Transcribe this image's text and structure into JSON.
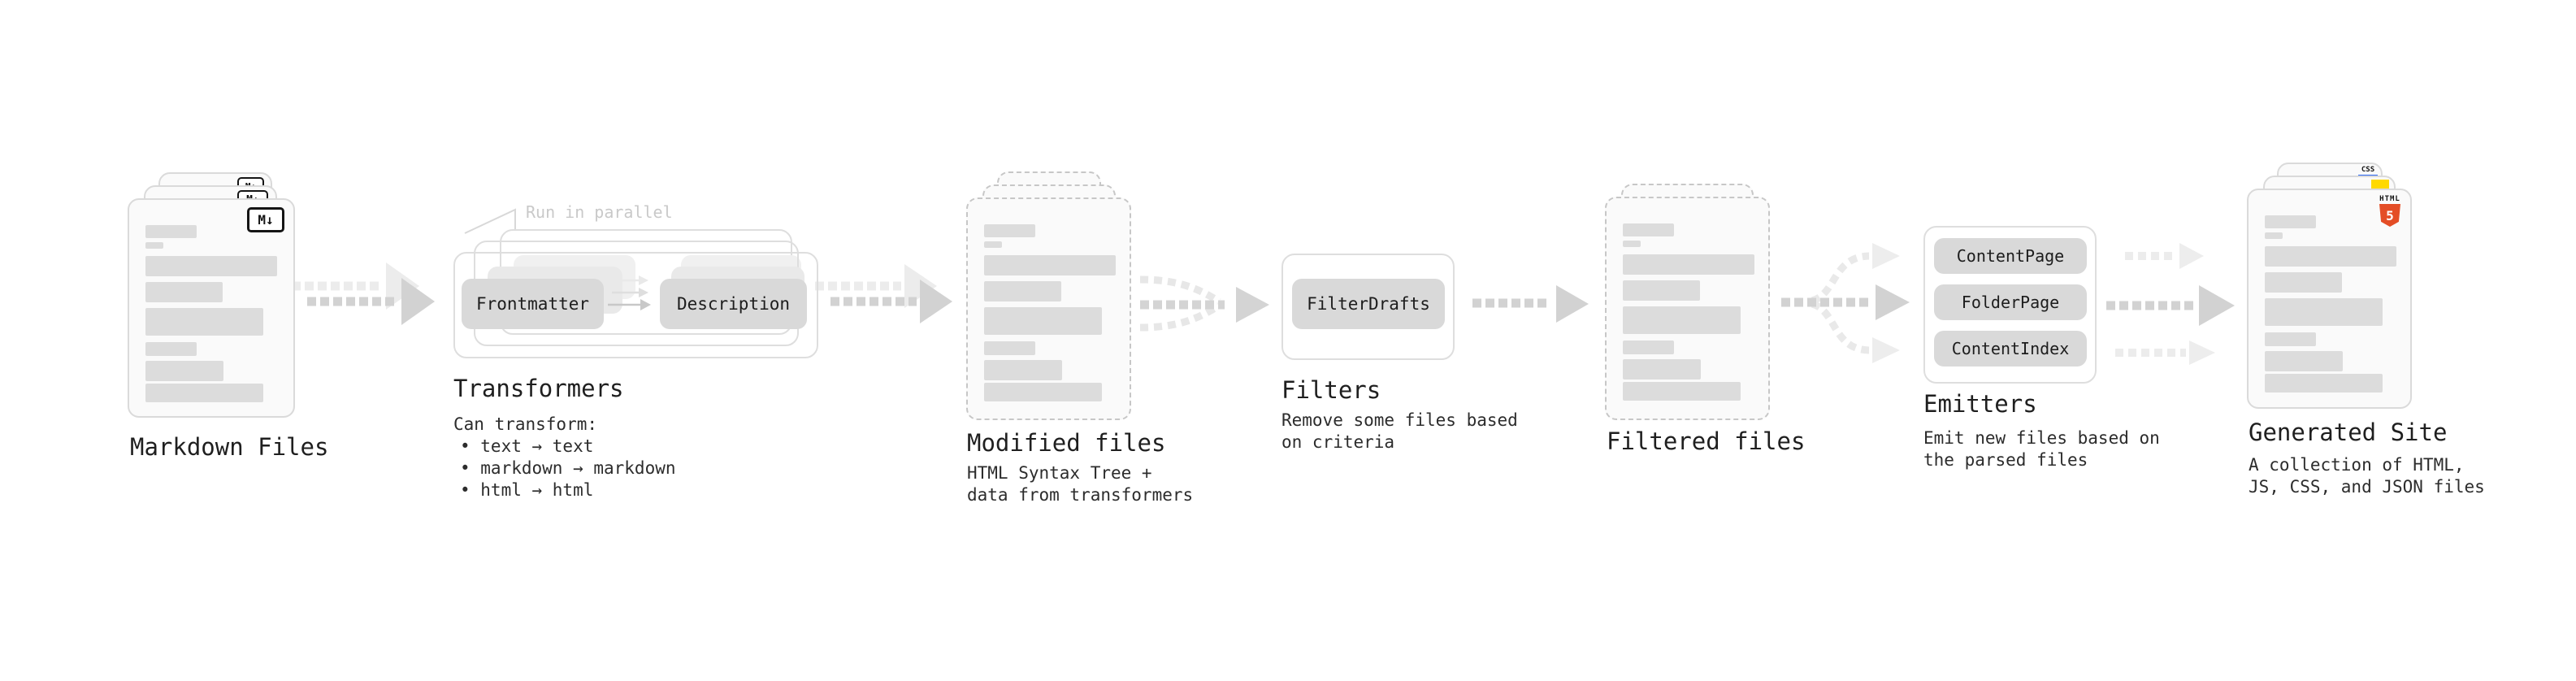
{
  "diagram": {
    "stage_markdown": {
      "title": "Markdown Files",
      "icon_label": "M↓"
    },
    "stage_transformers": {
      "title": "Transformers",
      "note": "Run in parallel",
      "pill_left": "Frontmatter",
      "pill_right": "Description",
      "desc_heading": "Can transform:",
      "bullets": [
        "• text → text",
        "• markdown → markdown",
        "• html → html"
      ]
    },
    "stage_modified": {
      "title": "Modified files",
      "subtitle": [
        "HTML Syntax Tree +",
        "data from transformers"
      ]
    },
    "stage_filters": {
      "title": "Filters",
      "pill": "FilterDrafts",
      "subtitle": [
        "Remove some files based",
        "on criteria"
      ]
    },
    "stage_filtered": {
      "title": "Filtered files"
    },
    "stage_emitters": {
      "title": "Emitters",
      "pills": [
        "ContentPage",
        "FolderPage",
        "ContentIndex"
      ],
      "subtitle": [
        "Emit new files based on",
        "the parsed files"
      ]
    },
    "stage_generated": {
      "title": "Generated Site",
      "subtitle": [
        "A collection of HTML,",
        "JS, CSS, and JSON files"
      ],
      "css_label": "CSS",
      "html_label": "HTML",
      "html5_number": "5"
    },
    "colors": {
      "html5_orange": "#e44d26",
      "js_yellow": "#ffd900",
      "css_blue": "#2965f1",
      "arrow_gray": "#d2d2d2",
      "arrow_ghost": "#ececec",
      "pill_gray": "#d9d9d9",
      "card_bg": "#fafafa"
    }
  }
}
